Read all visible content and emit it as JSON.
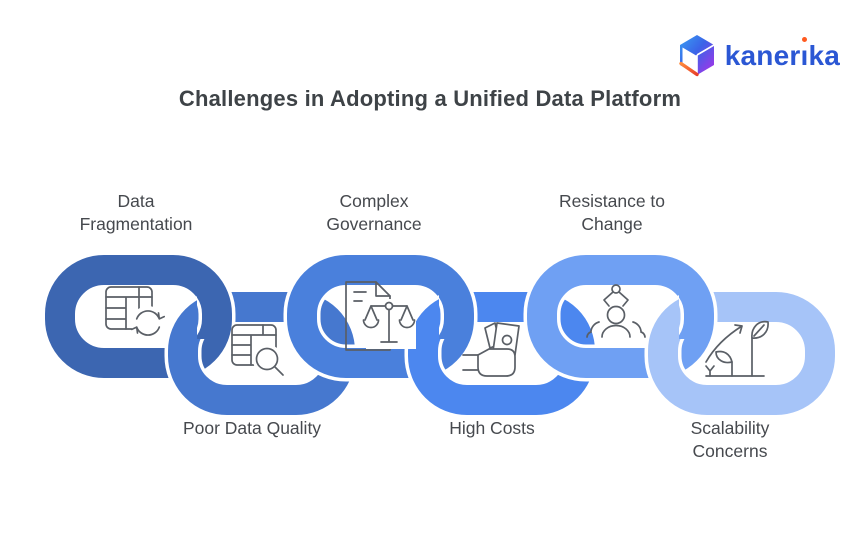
{
  "logo": {
    "brand": "kanerika",
    "brand_pre": "kaner",
    "brand_i": "ı",
    "brand_post": "ka",
    "text_color": "#2b57d4",
    "dot_color": "#ff5a1f",
    "mark": "kanerika-cube-icon"
  },
  "title": {
    "text": "Challenges in Adopting a Unified Data Platform",
    "color": "#3e4347"
  },
  "chain": {
    "icon_stroke": "#5a5f66",
    "halo_color": "#ffffff",
    "links": [
      {
        "label": "Data Fragmentation",
        "lines": [
          "Data",
          "Fragmentation"
        ],
        "position": "top",
        "color": "#3c66b1",
        "icon": "table-sync-icon"
      },
      {
        "label": "Poor Data Quality",
        "lines": [
          "Poor Data Quality"
        ],
        "position": "bottom",
        "color": "#4678cf",
        "icon": "table-search-icon"
      },
      {
        "label": "Complex Governance",
        "lines": [
          "Complex",
          "Governance"
        ],
        "position": "top",
        "color": "#4a80dc",
        "icon": "document-scales-icon"
      },
      {
        "label": "High Costs",
        "lines": [
          "High Costs"
        ],
        "position": "bottom",
        "color": "#4c87ef",
        "icon": "hand-money-icon"
      },
      {
        "label": "Resistance to Change",
        "lines": [
          "Resistance to",
          "Change"
        ],
        "position": "top",
        "color": "#6fa0f3",
        "icon": "claw-person-icon"
      },
      {
        "label": "Scalability Concerns",
        "lines": [
          "Scalability",
          "Concerns"
        ],
        "position": "bottom",
        "color": "#a6c4f8",
        "icon": "plant-growth-icon"
      }
    ]
  }
}
